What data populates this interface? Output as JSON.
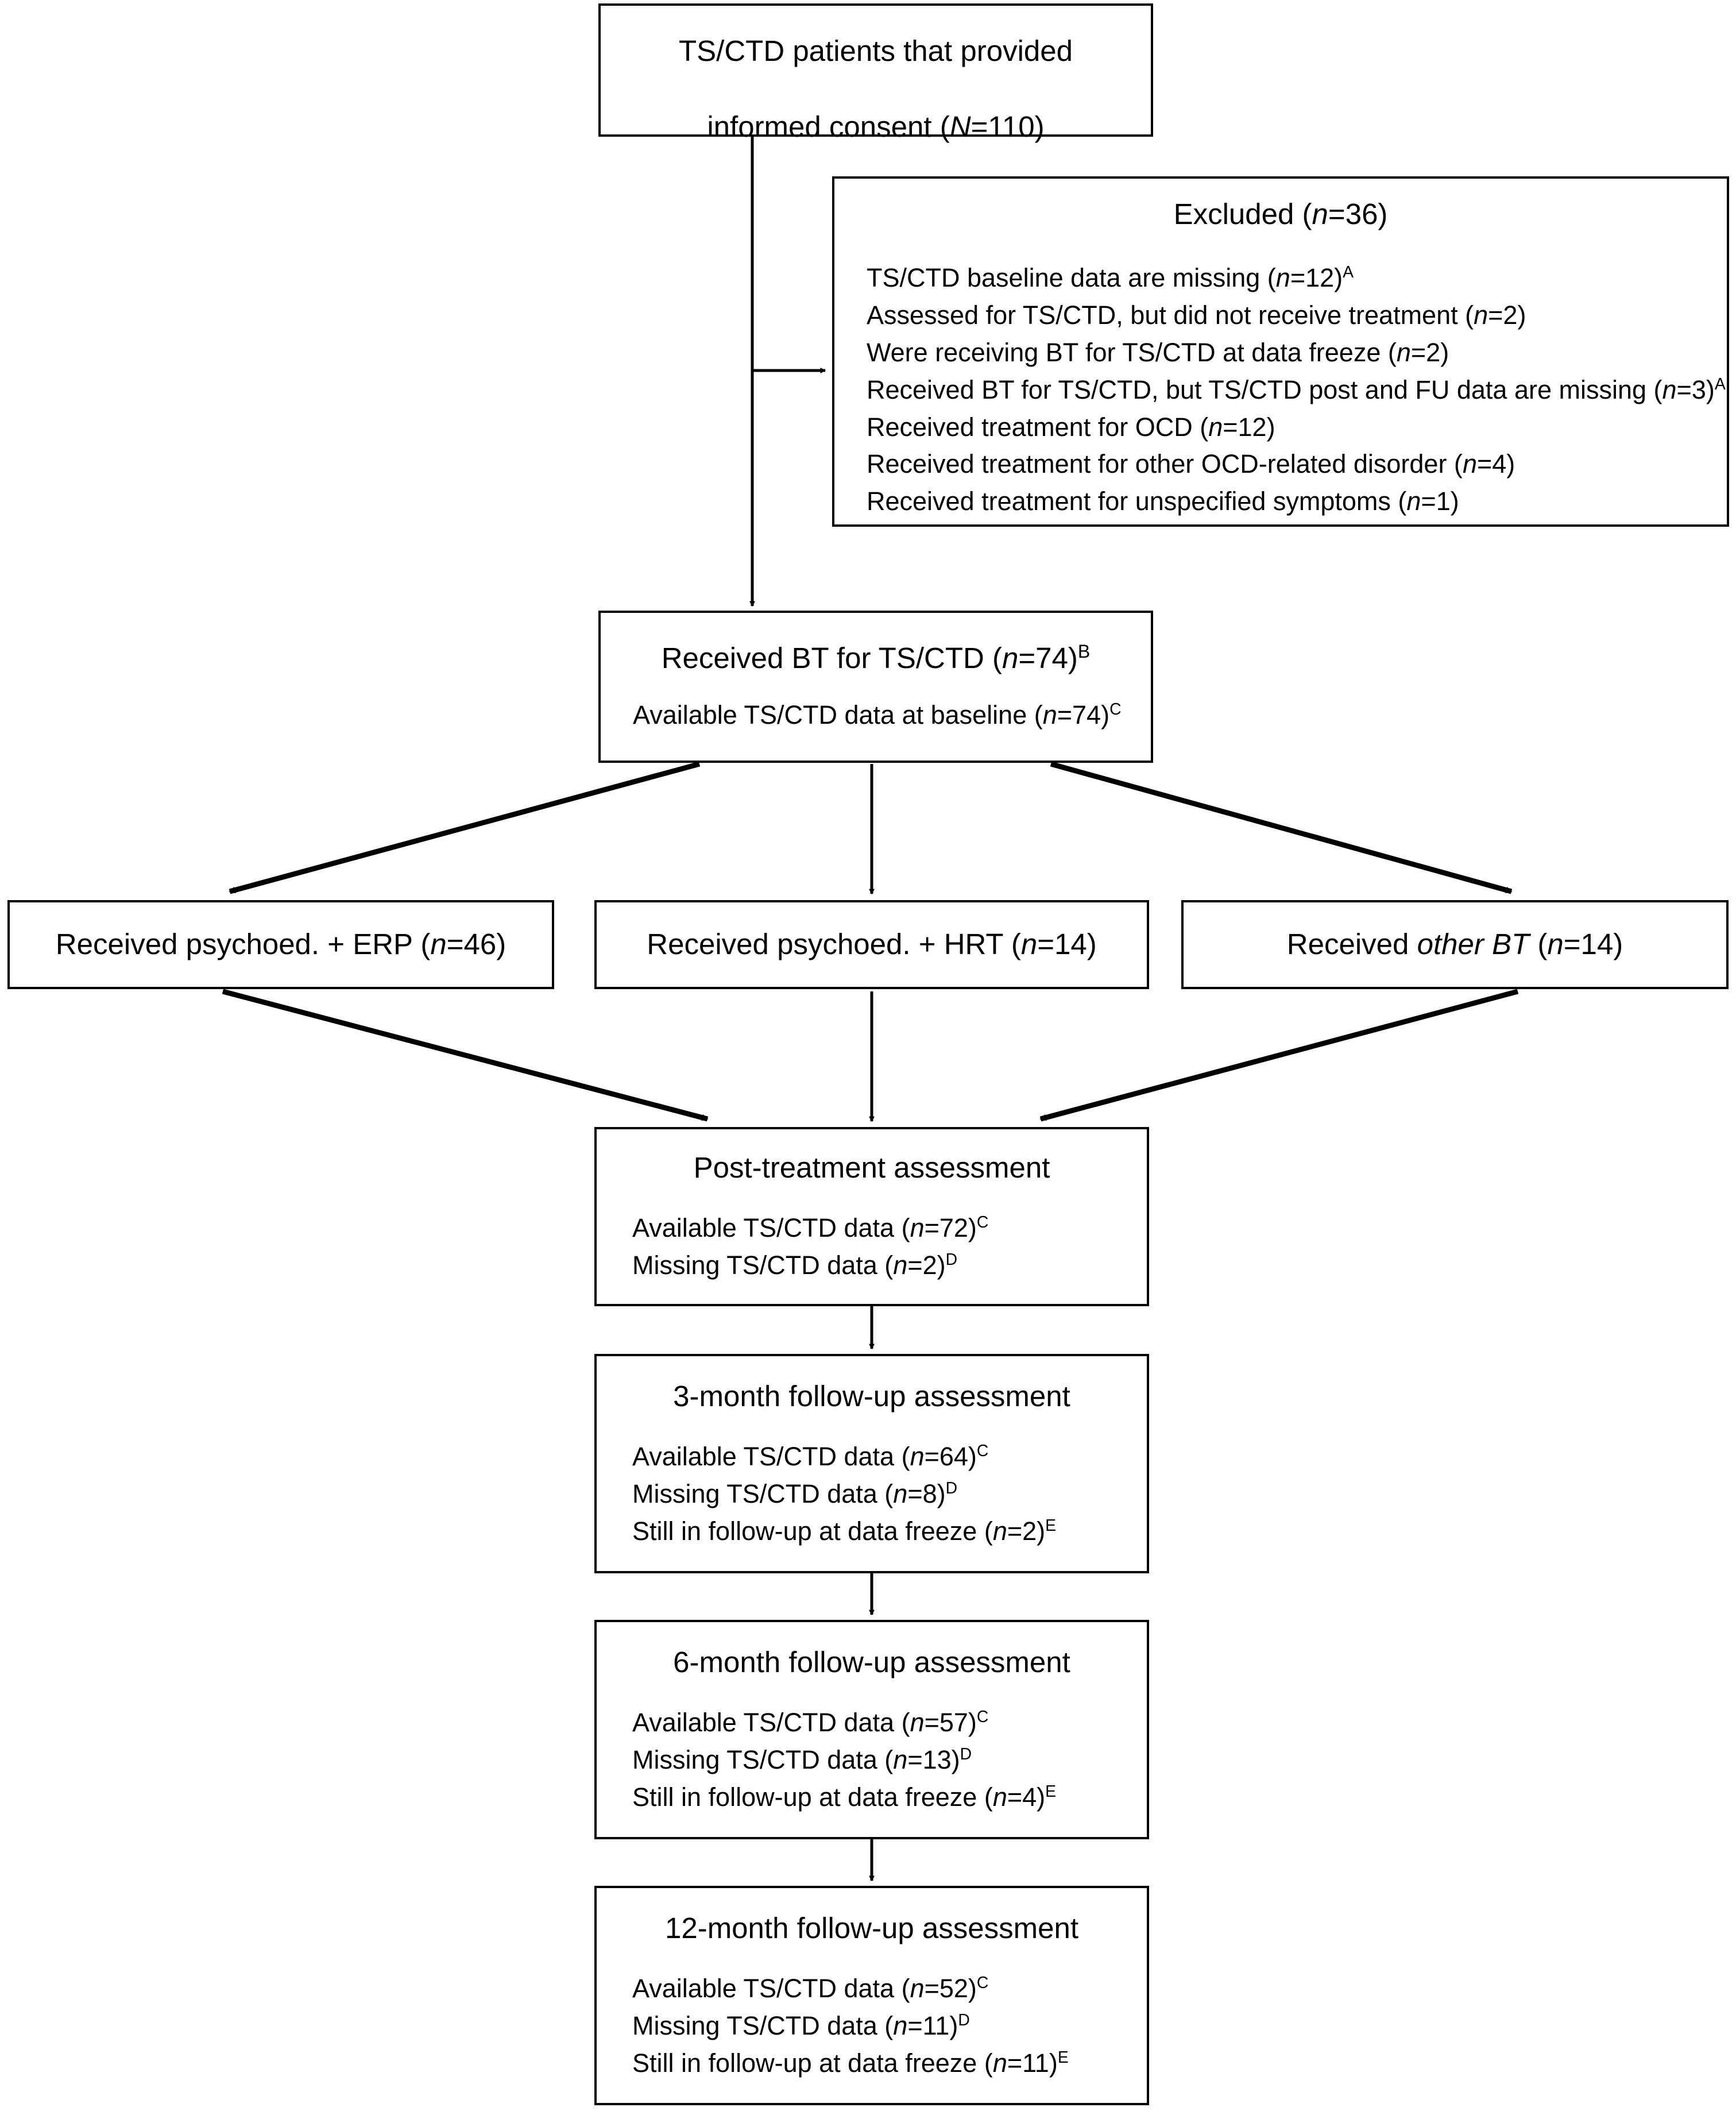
{
  "diagram": {
    "title": "Participant flow diagram",
    "line_color": "#000000",
    "box_fill": "#ffffff"
  },
  "nodes": {
    "consent": {
      "title": "TS/CTD patients that provided\ninformed consent (N=110)",
      "title_plain": "TS/CTD patients that provided informed consent (N=110)",
      "n_label": "N=110"
    },
    "excluded": {
      "title": "Excluded (n=36)",
      "count": 36,
      "reasons": [
        "TS/CTD baseline data are missing (n=12)A",
        "Assessed for TS/CTD, but did not receive treatment (n=2)",
        "Were receiving BT for TS/CTD at data freeze (n=2)",
        "Received BT for TS/CTD, but TS/CTD post and FU data are missing (n=3)A",
        "Received treatment for OCD (n=12)",
        "Received treatment for other OCD-related disorder (n=4)",
        "Received treatment for unspecified symptoms (n=1)"
      ]
    },
    "received_bt": {
      "title": "Received BT for TS/CTD (n=74)B",
      "detail": "Available TS/CTD data at baseline (n=74)C"
    },
    "erp": {
      "title": "Received psychoed. + ERP (n=46)",
      "count": 46
    },
    "hrt": {
      "title": "Received psychoed. + HRT (n=14)",
      "count": 14
    },
    "other_bt": {
      "title": "Received other BT (n=14)",
      "count": 14
    },
    "post": {
      "title": "Post-treatment assessment",
      "lines": [
        "Available TS/CTD data (n=72)C",
        "Missing TS/CTD data (n=2)D"
      ]
    },
    "fu3": {
      "title": "3-month follow-up assessment",
      "lines": [
        "Available TS/CTD data (n=64)C",
        "Missing TS/CTD data (n=8)D",
        "Still in follow-up at data freeze (n=2)E"
      ]
    },
    "fu6": {
      "title": "6-month follow-up assessment",
      "lines": [
        "Available TS/CTD data (n=57)C",
        "Missing TS/CTD data (n=13)D",
        "Still in follow-up at data freeze (n=4)E"
      ]
    },
    "fu12": {
      "title": "12-month follow-up assessment",
      "lines": [
        "Available TS/CTD data (n=52)C",
        "Missing TS/CTD data (n=11)D",
        "Still in follow-up at data freeze (n=11)E"
      ]
    }
  },
  "chart_data": {
    "type": "diagram",
    "title": "TS/CTD participant flow",
    "stages": [
      {
        "label": "Provided informed consent",
        "n": 110,
        "symbol": "N"
      },
      {
        "label": "Excluded",
        "n": 36,
        "symbol": "n"
      },
      {
        "label": "Received BT for TS/CTD",
        "n": 74,
        "symbol": "n"
      },
      {
        "label": "Available TS/CTD data at baseline",
        "n": 74,
        "symbol": "n"
      },
      {
        "label": "Received psychoed. + ERP",
        "n": 46,
        "symbol": "n"
      },
      {
        "label": "Received psychoed. + HRT",
        "n": 14,
        "symbol": "n"
      },
      {
        "label": "Received other BT",
        "n": 14,
        "symbol": "n"
      },
      {
        "label": "Post-treatment: available TS/CTD data",
        "n": 72,
        "symbol": "n"
      },
      {
        "label": "Post-treatment: missing TS/CTD data",
        "n": 2,
        "symbol": "n"
      },
      {
        "label": "3-month FU: available TS/CTD data",
        "n": 64,
        "symbol": "n"
      },
      {
        "label": "3-month FU: missing TS/CTD data",
        "n": 8,
        "symbol": "n"
      },
      {
        "label": "3-month FU: still in follow-up at data freeze",
        "n": 2,
        "symbol": "n"
      },
      {
        "label": "6-month FU: available TS/CTD data",
        "n": 57,
        "symbol": "n"
      },
      {
        "label": "6-month FU: missing TS/CTD data",
        "n": 13,
        "symbol": "n"
      },
      {
        "label": "6-month FU: still in follow-up at data freeze",
        "n": 4,
        "symbol": "n"
      },
      {
        "label": "12-month FU: available TS/CTD data",
        "n": 52,
        "symbol": "n"
      },
      {
        "label": "12-month FU: missing TS/CTD data",
        "n": 11,
        "symbol": "n"
      },
      {
        "label": "12-month FU: still in follow-up at data freeze",
        "n": 11,
        "symbol": "n"
      }
    ],
    "exclusion_reasons": [
      {
        "label": "TS/CTD baseline data are missing",
        "n": 12,
        "footnote": "A"
      },
      {
        "label": "Assessed for TS/CTD, but did not receive treatment",
        "n": 2,
        "footnote": ""
      },
      {
        "label": "Were receiving BT for TS/CTD at data freeze",
        "n": 2,
        "footnote": ""
      },
      {
        "label": "Received BT for TS/CTD, but TS/CTD post and FU data are missing",
        "n": 3,
        "footnote": "A"
      },
      {
        "label": "Received treatment for OCD",
        "n": 12,
        "footnote": ""
      },
      {
        "label": "Received treatment for other OCD-related disorder",
        "n": 4,
        "footnote": ""
      },
      {
        "label": "Received treatment for unspecified symptoms",
        "n": 1,
        "footnote": ""
      }
    ],
    "footnote_markers": [
      "A",
      "B",
      "C",
      "D",
      "E"
    ],
    "edges": [
      {
        "from": "consent",
        "to": "excluded",
        "style": "elbow-right"
      },
      {
        "from": "consent",
        "to": "received_bt",
        "style": "straight-down"
      },
      {
        "from": "received_bt",
        "to": "erp",
        "style": "diagonal-left"
      },
      {
        "from": "received_bt",
        "to": "hrt",
        "style": "straight-down"
      },
      {
        "from": "received_bt",
        "to": "other_bt",
        "style": "diagonal-right"
      },
      {
        "from": "erp",
        "to": "post",
        "style": "diagonal-right"
      },
      {
        "from": "hrt",
        "to": "post",
        "style": "straight-down"
      },
      {
        "from": "other_bt",
        "to": "post",
        "style": "diagonal-left"
      },
      {
        "from": "post",
        "to": "fu3",
        "style": "straight-down"
      },
      {
        "from": "fu3",
        "to": "fu6",
        "style": "straight-down"
      },
      {
        "from": "fu6",
        "to": "fu12",
        "style": "straight-down"
      }
    ]
  }
}
